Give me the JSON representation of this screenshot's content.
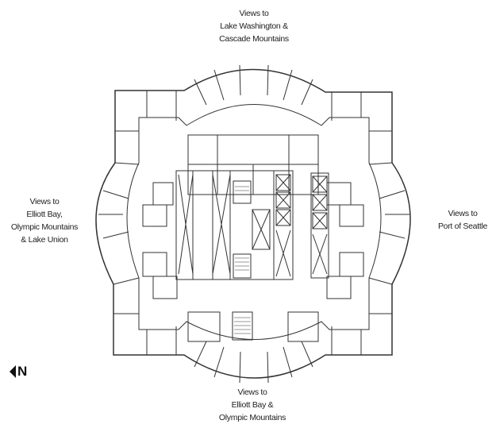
{
  "title": "Office floor plan",
  "labels": {
    "north_view": [
      "Views to",
      "Lake Washington &",
      "Cascade Mountains"
    ],
    "west_view": [
      "Views to",
      "Elliott Bay,",
      "Olympic Mountains",
      "& Lake Union"
    ],
    "east_view": [
      "Views to",
      "Port of Seattle"
    ],
    "south_view": [
      "Views to",
      "Elliott Bay &",
      "Olympic Mountains"
    ]
  },
  "compass": {
    "letter": "N",
    "icon": "north-arrow-icon"
  }
}
